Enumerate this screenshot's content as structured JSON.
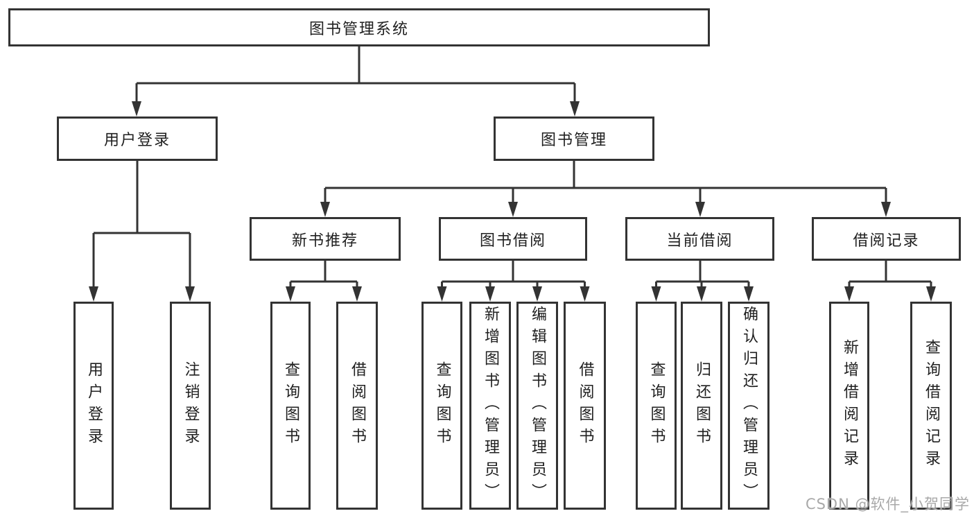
{
  "nodes": {
    "root": {
      "label": "图书管理系统"
    },
    "user_login": {
      "label": "用户登录"
    },
    "book_management": {
      "label": "图书管理"
    },
    "new_book_recommend": {
      "label": "新书推荐"
    },
    "book_borrowing": {
      "label": "图书借阅"
    },
    "current_borrowing": {
      "label": "当前借阅"
    },
    "borrowing_records": {
      "label": "借阅记录"
    },
    "leaf_user_login": {
      "label": "用户登录"
    },
    "leaf_logout": {
      "label": "注销登录"
    },
    "leaf_query_books_recommend": {
      "label": "查询图书"
    },
    "leaf_borrow_books_recommend": {
      "label": "借阅图书"
    },
    "leaf_query_books_borrowing": {
      "label": "查询图书"
    },
    "leaf_add_books_admin": {
      "label": "新增图书（管理员）"
    },
    "leaf_edit_books_admin": {
      "label": "编辑图书（管理员）"
    },
    "leaf_borrow_books_borrowing": {
      "label": "借阅图书"
    },
    "leaf_query_books_current": {
      "label": "查询图书"
    },
    "leaf_return_books": {
      "label": "归还图书"
    },
    "leaf_confirm_return_admin": {
      "label": "确认归还（管理员）"
    },
    "leaf_add_borrow_record": {
      "label": "新增借阅记录"
    },
    "leaf_query_borrow_record": {
      "label": "查询借阅记录"
    }
  },
  "watermark": {
    "text": "CSDN @软件_小贺同学"
  },
  "colors": {
    "line": "#333333",
    "box_border": "#333333",
    "text": "#1f1f1f",
    "watermark": "#a9a9a9",
    "background": "#ffffff"
  }
}
